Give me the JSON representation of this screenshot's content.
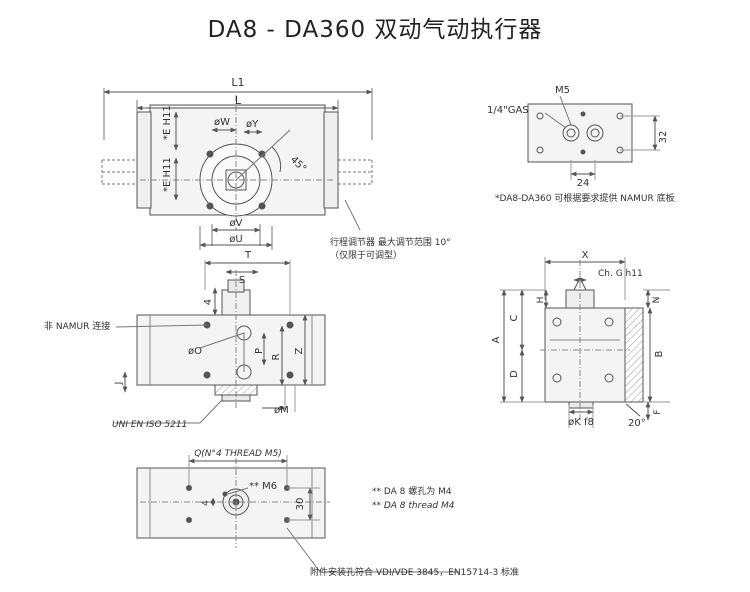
{
  "title": "DA8 - DA360 双动气动执行器",
  "colors": {
    "line": "#555555",
    "text": "#333333",
    "body": "#f2f2f2",
    "hatch": "#9a9a9a"
  },
  "top_view": {
    "L1": "L1",
    "L": "L",
    "EH11_a": "*E H11",
    "EH11_b": "*E H11",
    "phiW": "øW",
    "phiY": "øY",
    "angle": "45°",
    "phiV": "øV",
    "phiU": "øU",
    "note_line1": "行程调节器  最大调节范围 10°",
    "note_line2": "（仅限于可调型）"
  },
  "namur": {
    "M5": "M5",
    "gas": "1/4\"GAS",
    "d32": "32",
    "d24": "24",
    "note": "*DA8-DA360 可根据要求提供 NAMUR 底板"
  },
  "front_view": {
    "T": "T",
    "S": "S",
    "d4": "4",
    "nonNamur": "非 NAMUR 连接",
    "phiO": "øO",
    "P": "P",
    "R": "R",
    "Z": "Z",
    "J": "J",
    "phiM": "øM",
    "iso": "UNI EN ISO 5211"
  },
  "side_view": {
    "X": "X",
    "ChG": "Ch. G h11",
    "H": "H",
    "N": "N",
    "A": "A",
    "C": "C",
    "D": "D",
    "B": "B",
    "F": "F",
    "phiKf8": "øK f8",
    "angle20": "20°"
  },
  "bottom_view": {
    "Q": "Q(N°4 THREAD M5)",
    "M6": "** M6",
    "d4": "4",
    "d30": "30",
    "note1": "** DA 8 螺孔为 M4",
    "note2": "** DA 8 thread M4",
    "vdi": "附件安装孔符合 VDI/VDE 3845，EN15714-3 标准"
  }
}
